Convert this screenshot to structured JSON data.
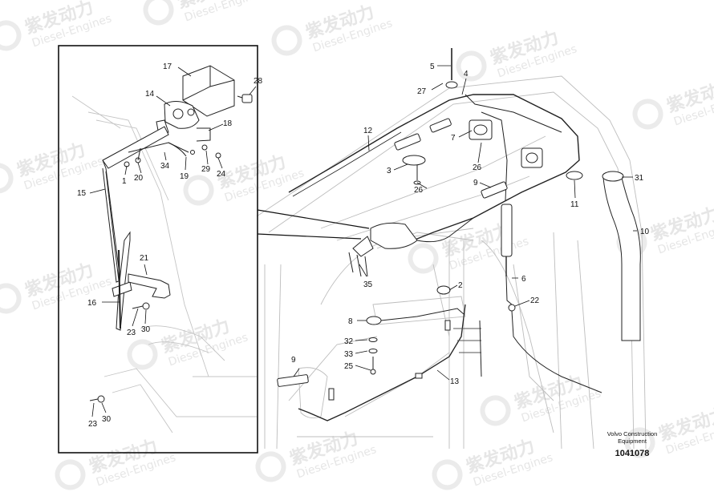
{
  "watermark": {
    "brand_cn": "紫发动力",
    "brand_en": "Diesel-Engines"
  },
  "caption": {
    "line1": "Volvo Construction",
    "line2": "Equipment",
    "number": "1041078"
  },
  "callouts": {
    "inset": [
      "17",
      "28",
      "14",
      "18",
      "1",
      "20",
      "34",
      "19",
      "29",
      "24",
      "15",
      "21",
      "16",
      "23",
      "30",
      "23",
      "30"
    ],
    "main": [
      "5",
      "4",
      "27",
      "12",
      "7",
      "3",
      "26",
      "26",
      "9",
      "31",
      "11",
      "10",
      "35",
      "2",
      "6",
      "22",
      "8",
      "32",
      "33",
      "25",
      "9",
      "13"
    ]
  }
}
